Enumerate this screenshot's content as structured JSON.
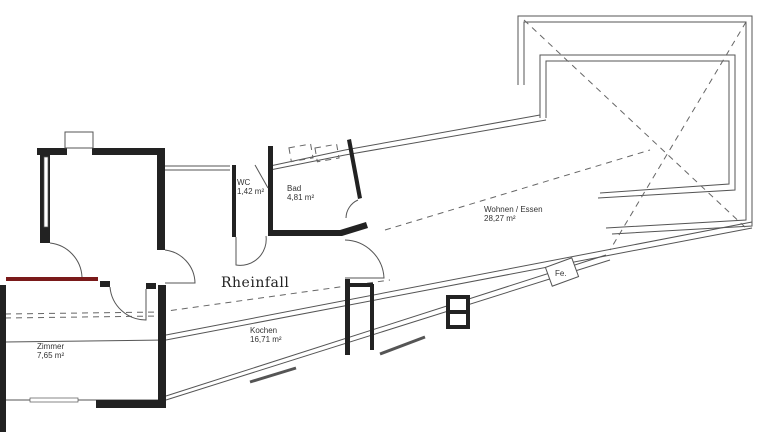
{
  "plan_title": "Rheinfall",
  "rooms": [
    {
      "name": "WC",
      "area": "1,42 m²"
    },
    {
      "name": "Bad",
      "area": "4,81 m²"
    },
    {
      "name": "Wohnen / Essen",
      "area": "28,27 m²"
    },
    {
      "name": "Kochen",
      "area": "16,71 m²"
    },
    {
      "name": "Zimmer",
      "area": "7,65 m²"
    }
  ],
  "window_label": "Fe.",
  "colors": {
    "wall": "#222222",
    "highlight_wall": "#7a1a1a"
  }
}
